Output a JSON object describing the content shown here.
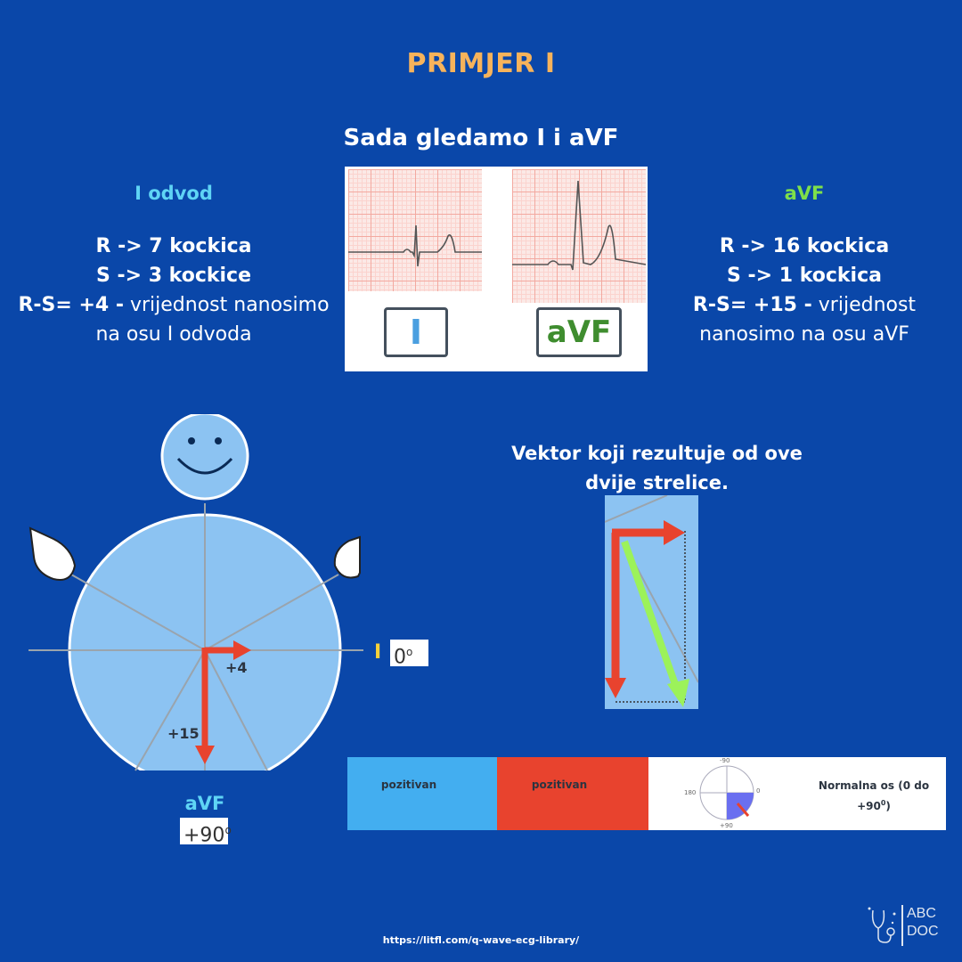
{
  "title": "PRIMJER I",
  "subtitle": "Sada gledamo  I i aVF",
  "left": {
    "heading": "I odvod",
    "r_line": "R -> 7 kockica",
    "s_line": "S -> 3 kockice",
    "rs_bold": "R-S= +4 -",
    "rs_text": " vrijednost nanosimo",
    "rs_text2": "na osu I odvoda"
  },
  "right": {
    "heading": "aVF",
    "r_line": "R -> 16 kockica",
    "s_line": "S -> 1 kockica",
    "rs_bold": "R-S= +15 -",
    "rs_text": " vrijednost",
    "rs_text2": "nanosimo na osu aVF"
  },
  "ecg": {
    "lead1_label": "I",
    "leadavf_label": "aVF"
  },
  "axis_diagram": {
    "lead1_label": "I",
    "lead1_angle": "0",
    "lead1_angle_sup": "o",
    "avf_label": "aVF",
    "avf_angle": "+90",
    "avf_angle_sup": "o",
    "vec_i_label": "+4",
    "vec_avf_label": "+15"
  },
  "vector_caption_line1": "Vektor koji rezultuje od ove",
  "vector_caption_line2": "dvije strelice.",
  "table": {
    "cell1": "pozitivan",
    "cell2": "pozitivan",
    "cell4_line1": "Normalna os (0 do",
    "cell4_line2": "+90",
    "cell4_sup": "0",
    "cell4_end": ")",
    "dial_top": "-90",
    "dial_left": "180",
    "dial_right": "0",
    "dial_bottom": "+90"
  },
  "source_link": "https://litfl.com/q-wave-ecg-library/",
  "logo": {
    "line1": "ABC",
    "line2": "DOC"
  },
  "colors": {
    "background": "#0a47a9",
    "title": "#f7b35b",
    "lead1_heading": "#5fd4f5",
    "avf_heading": "#7ee04a",
    "arrow_red": "#e8432e",
    "arrow_green": "#9cf25a",
    "circle_fill": "#8cc3f2"
  }
}
